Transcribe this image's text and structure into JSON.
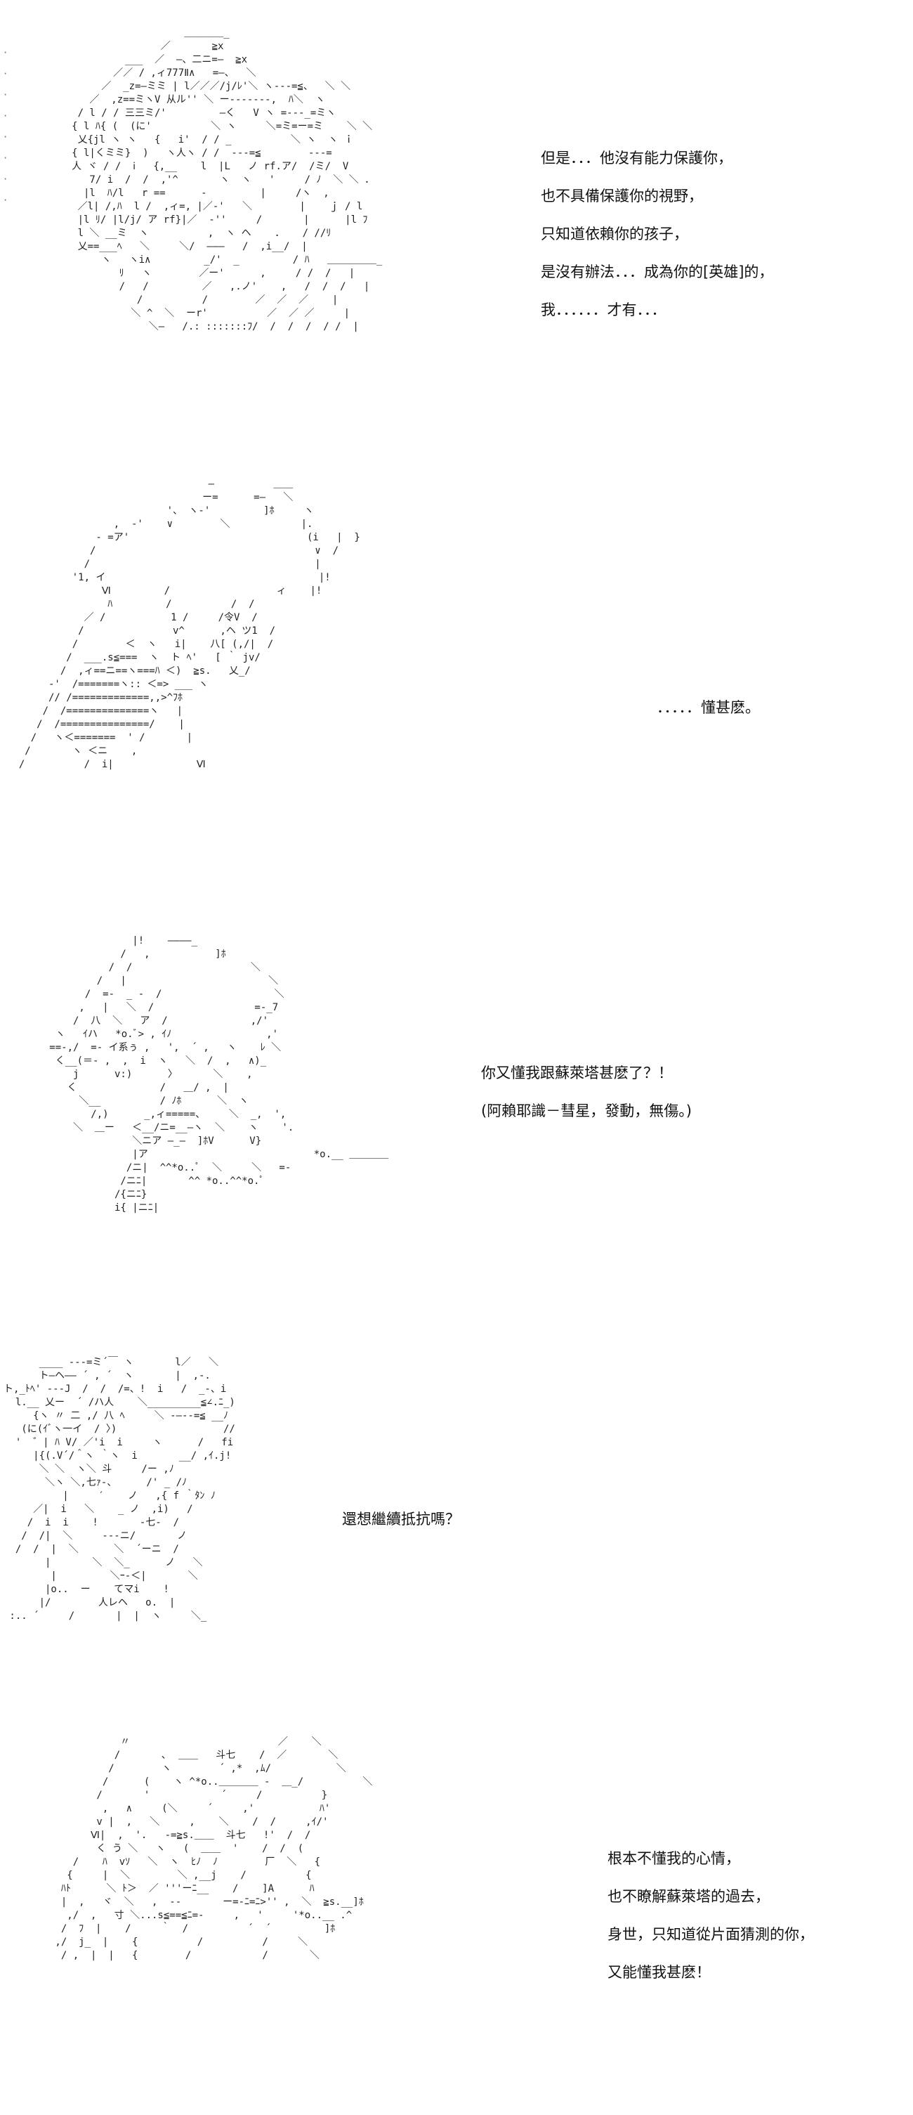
{
  "panels": [
    {
      "id": "panel-1",
      "lines": [
        "但是．．．他沒有能力保護你，",
        "也不具備保護你的視野，",
        "只知道依賴你的孩子，",
        "是沒有辦法．．．成為你的[英雄]的，",
        "我．．．．．．才有．．．"
      ],
      "art": [
        "                        ＿＿＿＿_",
        "                    ／       ≧x",
        "              ___  ／  ―、二ニ=―  ≧x",
        "            ／／ / ,ィ777Ⅱ∧   =―、  ＼",
        "          ／  _z=―ミミ | l／／／/j/ﾚ'＼ ヽ---=≦、  ＼ ＼",
        "        ／  ,z==ミヽV 从ル'' ＼ ー-------,  ﾊ＼  ヽ",
        "      / l / / 三三ミ/'         ―く   V ヽ =---_=ミヽ",
        "     { l ﾊ{ (  (に'          ＼ ヽ     ＼=ミ=ー=ミ    ＼ ＼",
        "      乂{jl ヽ ヽ   {   i'  / / _          ＼ ヽ  ヽ ｉ",
        "     { l|くミミ}  )   ヽ人ヽ / /  ---=≦        ---=",
        "     人 ヾ / /  ⅰ   {,__    l  |L   ノ rf.ア/  /ミ/  V",
        "        7/ i  /  /  ,'^       ヽ  ヽ   '     / ﾉ  ＼ ＼ ．",
        "       |l  ﾊ/l   r ==      ‐         |     /ヽ  ,",
        "      ／l| /,ﾊ  l /  ,ィ=, |／‐'   ＼        |    ｊ / l",
        "      |l ﾘ/ |l/j/ ア rf}|／  ‐''     /       |      |l ﾌ",
        "      l ＼ __ミ  ヽ          ,  ヽ ヘ    ．   / //ﾘ",
        "      乂==___ﾍ   ＼     ＼/  ―――   /  ,i__/  |",
        "          ヽ   ヽi∧         _/'  _         / ﾊ   ＿＿＿＿＿_",
        "             ﾘ   ヽ        ／ー'      ,     / /  /   |",
        "             /   /         ／   ,.ノ'    ,   /  /  /   |",
        "                /          /        ／  ／  ／    |",
        "               ＼ ^  ＼  ーr'          ／  ／ ／     |",
        "                  ＼―   /.: :::::::ﾌ/  /  /  /  / /  |"
      ]
    },
    {
      "id": "panel-2",
      "lines": [
        "．．．．．懂甚麽。"
      ],
      "art": [
        "                                  ―          ＿＿",
        "                                 ー=      =―   ＼",
        "                           '、 ヽ‐'         ]ﾎ     ヽ",
        "                  ,  ‐'    ∨        ＼            |.",
        "               - =ア'                              (i   |  }",
        "              /                                     ∨  /",
        "             /                                      |",
        "           '1, イ                                    |!",
        "                Ⅵ         /                  ィ    |!",
        "                 ﾊ         /          /  /",
        "             ／ /           1 /     /令V  /",
        "            /               v^      ,ヘ ツ1  /",
        "           /        ＜  ヽ   i|    八[ (,/|  /",
        "          /  ___.s≦===  ヽ  ト ﾍ'   [ ｀ jv/",
        "         /  ,ィ==ニ==ヽ===ﾊ ＜)  ≧s.   乂_/",
        "       ‐'  /=======ヽ:: ＜=> ___ ヽ",
        "       // /=============,,>^ﾌﾎ",
        "      /  /==============ヽ   |",
        "     /  /===============/    |",
        "    /   ヽ＜=======  ' /       |",
        "   /       ヽ ＜ニ    ,",
        "  /          /  i|              Ⅵ"
      ]
    },
    {
      "id": "panel-3",
      "lines": [
        "你又懂我跟蘇萊塔甚麽了？！",
        "(阿賴耶識－彗星，發動，無傷。)"
      ],
      "art": [
        "                 |!    ――――_",
        "               /   ,           ]ﾎ",
        "             /  /                    ＼",
        "           /   |                        ＼",
        "         /  =-  _ -  /                   ＼",
        "        ,   |   ＼  /                 =-_7",
        "       /  八  ＼   ア  /              ,/'",
        "    ヽ   ｲハ   *o.ﾞ> , ｲﾉ                ,'",
        "   ==-,/  =- イ系ぅ ,   ',  ´ ,   ヽ    ﾚ ＼",
        "    く__(＝- ,  ,  i  ヽ   ＼  /  ,   ∧)_",
        "       j      v:)      〉      ＼    ,",
        "      く              /   ＿/ ,  |",
        "        ＼__          / ﾉﾎ      ＼  ヽ",
        "          /,)      _,ィ=====、    ＼  _,  ',",
        "       ＼  ＿ー   ＜__/ニ=__―ヽ  ＼    ヽ    '.",
        "                 ＼ニア ―_―  ]ﾎV      V}",
        "                 |ア                            *o.__ ＿＿＿＿",
        "                /ニ|  ^^*o..ﾟ  ＼     ＼   =-",
        "               /ニﾆ|       ^^ *o..^^*o.ﾟ",
        "              /{ニﾆ}",
        "              i{ |ニﾆ|"
      ]
    },
    {
      "id": "panel-4",
      "lines": [
        "還想繼續抵抗嗎？"
      ],
      "art": [
        "      ____ ---=ミ´￣ ヽ       l／   ＼",
        "      ト―ヘ―― ´ , ´  ヽ       |  ,-.",
        "ト,_ﾄﾍ' ---J  /  /  /=、!  i   /  _-、i",
        "  l.__ 乂ー  ´ /ハ人    ＼_________≦∠.ﾆ_)",
        "     {ヽ 〃 二 ,/ 八 ﾍ     ＼ ‐―--=≦ __ﾉ",
        "   (に(ｲﾞヽ一イ  / 〉)                  //",
        "  '  ゛| ﾊ V/ ／'i  i     ヽ      /   fi",
        "     |{(.V´/＾ヽ ｀ヽ  i       __/ ,ｲ.j!",
        "      ＼ ＼  ヽ＼ 斗     /ー ,ﾉ",
        "       ＼ヽ ＼,七ｧ‐、     /' _ /ﾉ",
        "          |     ′    ノ   ,{ f ｀ﾀﾝ ﾉ",
        "     ／|  i   ＼    _ ノ  ,i)   /",
        "    /  i  i    !       ‐七‐  /",
        "   /  /|  ＼     ---ニ/       ノ",
        "  /  /  |  ＼      ＼  ´ーニ  /",
        "       |       ＼  ＼_      ノ   ＼",
        "        |         ＼ｰ-＜|       ＼",
        "       |o..  ー    てマi    !",
        "      |/        人レヘ   o.  |",
        " :.. ´     /       |  |  ヽ     ＼_"
      ]
    },
    {
      "id": "panel-5",
      "lines": [
        "根本不懂我的心情，",
        "也不瞭解蘇萊塔的過去，",
        "身世，只知道從片面猜測的你，",
        "又能懂我甚麽！"
      ],
      "art": [
        "            〃                         ／    ＼",
        "           /       ､  ＿＿   斗七    /  ／       ＼",
        "          /        ヽ        ´ ,*  ,ﾑ/           ＼",
        "         /      (    ヽ ^*o..＿＿＿＿ -  ＿_/          ＼",
        "        /       '            ´     /          }",
        "         ,   ∧     (＼     ´     ,'           ﾊ'",
        "        v |  ,   ＼     ,    ＼    /  /     ,ｲ/'",
        "       Ⅵ|  ,  '.   -=≧s.＿＿  斗七   !'  /  /",
        "        く う ＼   ヽ   (  ＿＿  '    /  /  (",
        "    /    ﾊ  vｿ   ＼  ヽ  ﾋﾉ  ﾉ        厂  ＼   {",
        "   {     |  ＼        ＼ ,__j    /          {",
        "  ﾊﾄ      ＼ ﾄ＞  ／ '''ーﾆ__    /    ]A      ﾊ",
        "  |  ,   ヾ  ＼   ,  --       ー=-ﾆ=ﾆ>'' ,  ＼  ≧s.__]ﾎ",
        "   ,/  ,   寸 ＼...s≦==≦ﾆ=-     ,   '     '*o..__ .^",
        "  /  ﾌ  |    /     ｀  /          ´  ´         ]ﾎ",
        " ,/  j_  |    {          /          /     ＼",
        "  / ,  |  |   {        /            /       ＼"
      ]
    }
  ]
}
